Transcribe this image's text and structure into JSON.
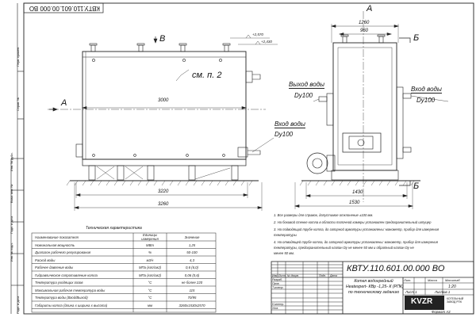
{
  "drawing": {
    "code": "КВТУ.110.601.00.000 ВО",
    "code_rotated": "КВТУ.110.601.00.000 ВО",
    "title": "Котел водогрейный Heatexpert- КВр -1,25- К (РПК) по техническому заданию",
    "title_lines": [
      "Котел водогрейный",
      "Heatexpert- КВр -1,25- К (РПК)",
      "по техническому заданию"
    ],
    "scale": "1:20",
    "sheet": "Лист 1",
    "sheets_total": "Листов 1",
    "format": "Формат  А3",
    "company": "KVZR",
    "company_sub": "КОТЕЛЬНЫЙ ЗАВОД РПК",
    "stamp_headers": [
      "Лит.",
      "Масса",
      "Масштаб"
    ],
    "stamp_roles": [
      "Изм",
      "Лист",
      "№ докум.",
      "Подп.",
      "Дата",
      "Разраб.",
      "Пров.",
      "Т.контр.",
      "Н.контр.",
      "Утв."
    ]
  },
  "labels": {
    "view_a_left": "А",
    "view_b": "В",
    "see_p2": "см. п. 2",
    "dim_3000": "3000",
    "dim_3220": "3220",
    "dim_3260": "3260",
    "elev_2570": "+2,570",
    "elev_2430": "+2,430",
    "view_a_right": "А",
    "cut_b_top": "Б",
    "cut_b_bottom": "Б",
    "dim_1260": "1260",
    "dim_960": "960",
    "dim_1430": "1430",
    "dim_1530": "1530",
    "outlet_left_title": "Выход воды",
    "outlet_left_dn": "Dy100",
    "outlet_right_title": "Вход воды",
    "outlet_right_dn": "Dy100",
    "inlet_title": "Вход воды",
    "inlet_dn": "Dy100"
  },
  "notes": [
    "1. Все размеры для справок, допустимое отклонение  ±100 мм.",
    "2. На боковой стенке котла в области топочной камеры установлен предохранительный штуцер",
    "3. На подводящий трубе котла, до запорной арматуры установлены: манометр, прибор для измерения",
    "    температуры",
    "4. На отводящей трубе котла, до запорной арматуры установлены: манометр, прибор для измерения",
    "    температуры, предохранительный клапан Dу не менее 50 мм и обратный клапан Dу не",
    "    менее 50 мм."
  ],
  "spec": {
    "title": "Техническая характеристика",
    "headers": [
      "Наименование показателя",
      "Единицы измерения",
      "Значение"
    ],
    "rows": [
      [
        "Номинальная мощность",
        "МВт",
        "1,25"
      ],
      [
        "Диапазон рабочего регулирования",
        "%",
        "50-100"
      ],
      [
        "Расход воды",
        "м3/ч",
        "4,3"
      ],
      [
        "Рабочее давление воды",
        "МПа (кгс/см2)",
        "0,6 (6,0)"
      ],
      [
        "Гидравлическое сопротивление котла",
        "МПа (кгс/см2)",
        "0,06 (0,6)"
      ],
      [
        "Температура уходящих газов",
        "°С",
        "не более 220"
      ],
      [
        "Максимальная рабочая температура воды",
        "°С",
        "115"
      ],
      [
        "Температура воды (Вход/Выход)",
        "°С",
        "70/95"
      ],
      [
        "Габариты котла (длина x ширина x высота)",
        "мм",
        "3260x1530x2570"
      ]
    ]
  },
  "side_strip": [
    "Перв. примен.",
    "Справ. №",
    "Подп. и дата",
    "Инв. № дубл.",
    "Взам. инв. №",
    "Подп. и дата",
    "Инв. № подл."
  ]
}
